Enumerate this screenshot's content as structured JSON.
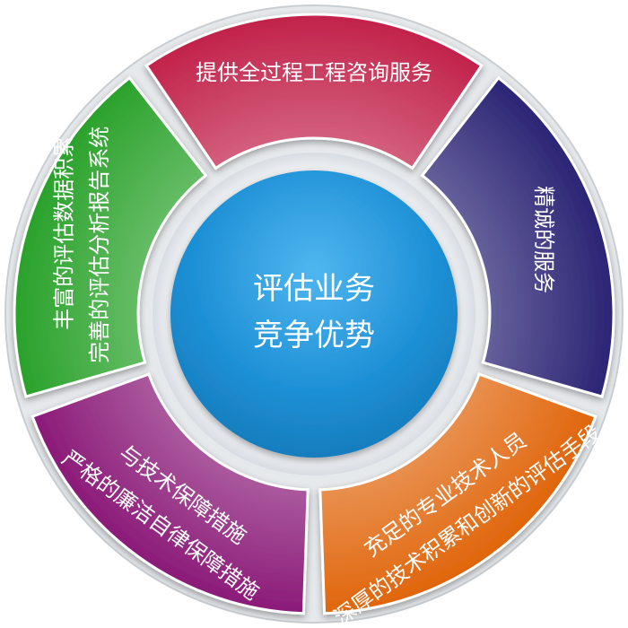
{
  "center": {
    "lines": [
      "评估业务",
      "竞争优势"
    ],
    "color": "#1e90d6"
  },
  "segments": [
    {
      "id": "top",
      "lines": [
        "提供全过程工程咨询服务"
      ],
      "color": "#c2224a"
    },
    {
      "id": "right",
      "lines": [
        "精诚的服务"
      ],
      "color": "#2b2474"
    },
    {
      "id": "bottom-right",
      "lines": [
        "充足的专业技术人员",
        "深厚的技术积累和创新的评估手段"
      ],
      "color": "#e0650b"
    },
    {
      "id": "bottom-left",
      "lines": [
        "严格的廉洁自律保障措施",
        "与技术保障措施"
      ],
      "color": "#8b1a78"
    },
    {
      "id": "left",
      "lines": [
        "丰富的评估数据积累",
        "完善的评估分析报告系统"
      ],
      "color": "#2aa22b"
    }
  ]
}
